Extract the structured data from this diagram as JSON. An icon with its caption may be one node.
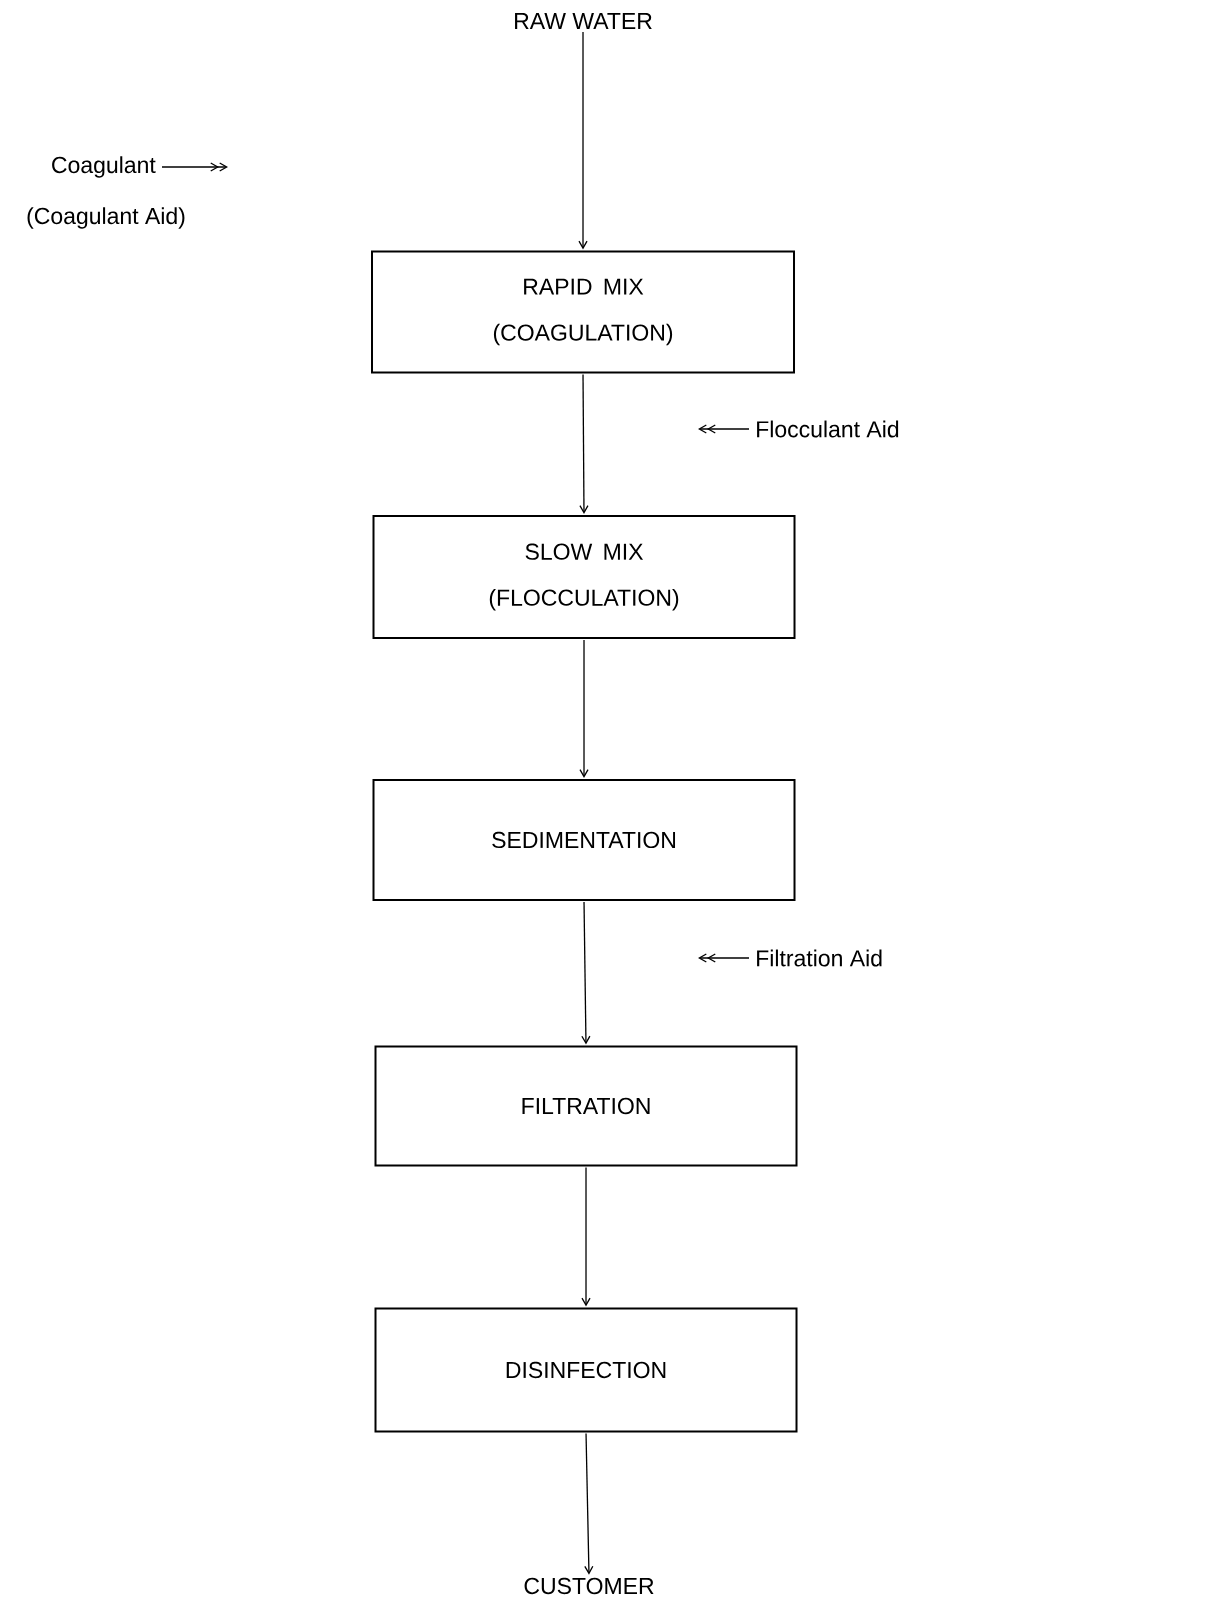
{
  "diagram": {
    "nodes": [
      {
        "text": [
          "RAW WATER"
        ]
      },
      {
        "text": [
          "Coagulant",
          "(Coagulant Aid)"
        ]
      },
      {
        "text": [
          "RAPID MIX (COAGULATION)"
        ]
      },
      {
        "text": [
          "Flocculant Aid"
        ]
      },
      {
        "text": [
          "SLOW MIX (FLOCCULATION)"
        ]
      },
      {
        "text": [
          "SEDIMENTATION"
        ]
      },
      {
        "text": [
          "Filtration Aid"
        ]
      },
      {
        "text": [
          "FILTRATION"
        ]
      },
      {
        "text": [
          "DISINFECTION"
        ]
      },
      {
        "text": [
          "CUSTOMER"
        ]
      }
    ],
    "edges": [
      {
        "from": 0,
        "to": 2,
        "arrow": "to"
      },
      {
        "from": 1,
        "to": null,
        "arrow": "to"
      },
      {
        "from": 2,
        "to": 4,
        "arrow": "to"
      },
      {
        "from": 3,
        "to": null,
        "arrow": "to"
      },
      {
        "from": 4,
        "to": 5,
        "arrow": "to"
      },
      {
        "from": 5,
        "to": 7,
        "arrow": "to"
      },
      {
        "from": 6,
        "to": null,
        "arrow": "to"
      },
      {
        "from": 7,
        "to": 8,
        "arrow": "to"
      },
      {
        "from": 8,
        "to": 9,
        "arrow": "to"
      }
    ]
  }
}
